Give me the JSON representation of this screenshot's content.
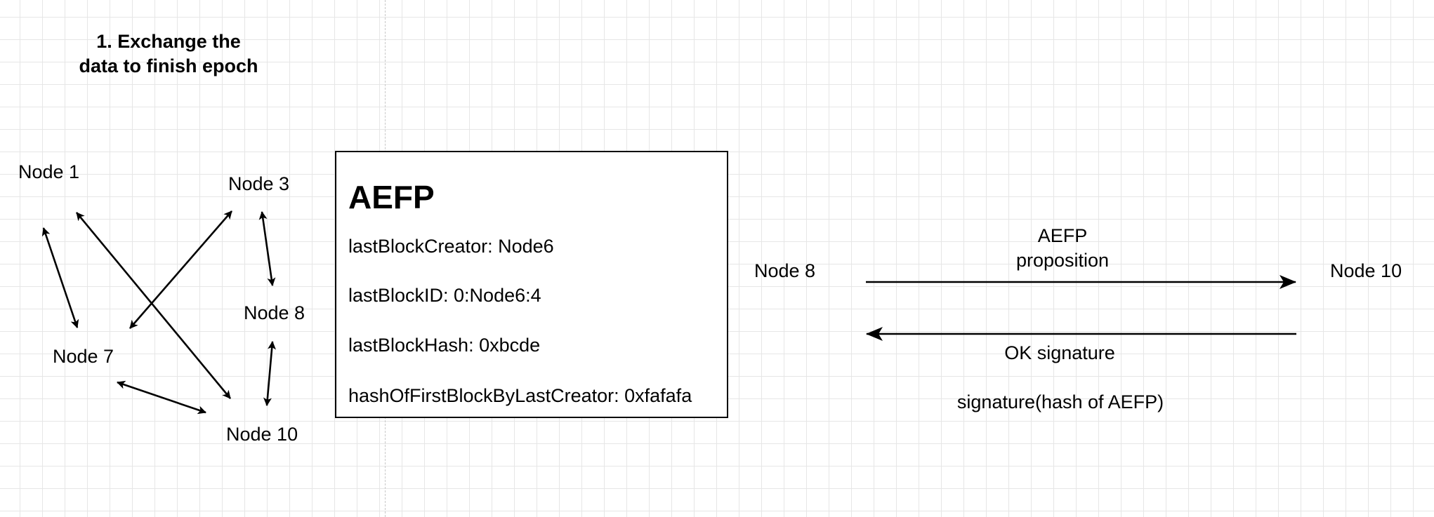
{
  "heading": "1. Exchange the data to finish epoch",
  "nodes": {
    "node1": "Node 1",
    "node3": "Node 3",
    "node8": "Node 8",
    "node7": "Node 7",
    "node10": "Node 10"
  },
  "aefp_box": {
    "title": "AEFP",
    "fields": [
      "lastBlockCreator: Node6",
      "lastBlockID: 0:Node6:4",
      "lastBlockHash: 0xbcde",
      "hashOfFirstBlockByLastCreator: 0xfafafa"
    ]
  },
  "exchange": {
    "sender": "Node 8",
    "receiver": "Node 10",
    "proposition_line1": "AEFP",
    "proposition_line2": "proposition",
    "response": "OK signature",
    "signature_note": "signature(hash of AEFP)"
  }
}
